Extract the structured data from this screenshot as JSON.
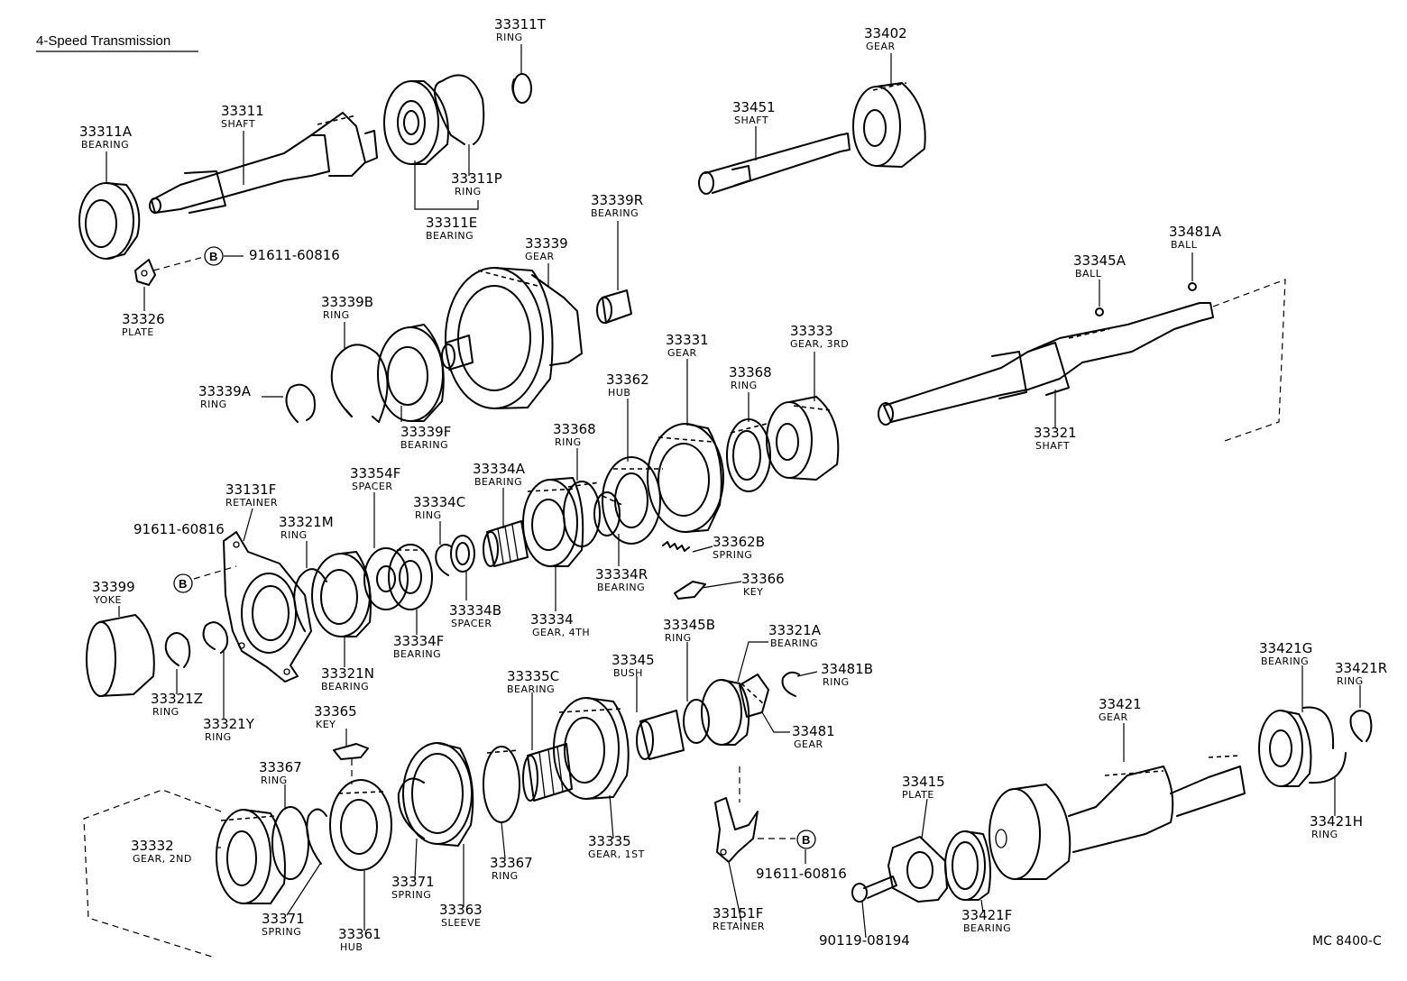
{
  "title": "4-Speed Transmission",
  "footer_code": "MC 8400-C",
  "symbol_b": "B",
  "parts": [
    {
      "id": "p0",
      "number": "33311T",
      "name": "RING"
    },
    {
      "id": "p1",
      "number": "33402",
      "name": "GEAR"
    },
    {
      "id": "p2",
      "number": "33311",
      "name": "SHAFT"
    },
    {
      "id": "p3",
      "number": "33311A",
      "name": "BEARING"
    },
    {
      "id": "p4",
      "number": "33451",
      "name": "SHAFT"
    },
    {
      "id": "p5",
      "number": "33311P",
      "name": "RING"
    },
    {
      "id": "p6",
      "number": "33311E",
      "name": "BEARING"
    },
    {
      "id": "p7",
      "number": "33339R",
      "name": "BEARING"
    },
    {
      "id": "p8",
      "number": "91611-60816",
      "name": ""
    },
    {
      "id": "p9",
      "number": "33339",
      "name": "GEAR"
    },
    {
      "id": "p10",
      "number": "33481A",
      "name": "BALL"
    },
    {
      "id": "p11",
      "number": "33345A",
      "name": "BALL"
    },
    {
      "id": "p12",
      "number": "33326",
      "name": "PLATE"
    },
    {
      "id": "p13",
      "number": "33339B",
      "name": "RING"
    },
    {
      "id": "p14",
      "number": "33333",
      "name": "GEAR, 3RD"
    },
    {
      "id": "p15",
      "number": "33331",
      "name": "GEAR"
    },
    {
      "id": "p16",
      "number": "33362",
      "name": "HUB"
    },
    {
      "id": "p17",
      "number": "33368",
      "name": "RING"
    },
    {
      "id": "p18",
      "number": "33339A",
      "name": "RING"
    },
    {
      "id": "p19",
      "number": "33339F",
      "name": "BEARING"
    },
    {
      "id": "p20",
      "number": "33321",
      "name": "SHAFT"
    },
    {
      "id": "p21",
      "number": "33368",
      "name": "RING"
    },
    {
      "id": "p22",
      "number": "33334A",
      "name": "BEARING"
    },
    {
      "id": "p23",
      "number": "33354F",
      "name": "SPACER"
    },
    {
      "id": "p24",
      "number": "33131F",
      "name": "RETAINER"
    },
    {
      "id": "p25",
      "number": "33334C",
      "name": "RING"
    },
    {
      "id": "p26",
      "number": "33321M",
      "name": "RING"
    },
    {
      "id": "p27",
      "number": "91611-60816",
      "name": ""
    },
    {
      "id": "p28",
      "number": "33362B",
      "name": "SPRING"
    },
    {
      "id": "p29",
      "number": "33334R",
      "name": "BEARING"
    },
    {
      "id": "p30",
      "number": "33366",
      "name": "KEY"
    },
    {
      "id": "p31",
      "number": "33399",
      "name": "YOKE"
    },
    {
      "id": "p32",
      "number": "33334B",
      "name": "SPACER"
    },
    {
      "id": "p33",
      "number": "33334",
      "name": "GEAR, 4TH"
    },
    {
      "id": "p34",
      "number": "33334F",
      "name": "BEARING"
    },
    {
      "id": "p35",
      "number": "33345B",
      "name": "RING"
    },
    {
      "id": "p36",
      "number": "33321A",
      "name": "BEARING"
    },
    {
      "id": "p37",
      "number": "33345",
      "name": "BUSH"
    },
    {
      "id": "p38",
      "number": "33321N",
      "name": "BEARING"
    },
    {
      "id": "p39",
      "number": "33421G",
      "name": "BEARING"
    },
    {
      "id": "p40",
      "number": "33481B",
      "name": "RING"
    },
    {
      "id": "p41",
      "number": "33421R",
      "name": "RING"
    },
    {
      "id": "p42",
      "number": "33335C",
      "name": "BEARING"
    },
    {
      "id": "p43",
      "number": "33321Z",
      "name": "RING"
    },
    {
      "id": "p44",
      "number": "33321Y",
      "name": "RING"
    },
    {
      "id": "p45",
      "number": "33481",
      "name": "GEAR"
    },
    {
      "id": "p46",
      "number": "33421",
      "name": "GEAR"
    },
    {
      "id": "p47",
      "number": "33365",
      "name": "KEY"
    },
    {
      "id": "p48",
      "number": "33367",
      "name": "RING"
    },
    {
      "id": "p49",
      "number": "33415",
      "name": "PLATE"
    },
    {
      "id": "p50",
      "number": "33421H",
      "name": "RING"
    },
    {
      "id": "p51",
      "number": "33332",
      "name": "GEAR, 2ND"
    },
    {
      "id": "p52",
      "number": "91611-60816",
      "name": ""
    },
    {
      "id": "p53",
      "number": "33335",
      "name": "GEAR, 1ST"
    },
    {
      "id": "p54",
      "number": "33367",
      "name": "RING"
    },
    {
      "id": "p55",
      "number": "33371",
      "name": "SPRING"
    },
    {
      "id": "p56",
      "number": "33363",
      "name": "SLEEVE"
    },
    {
      "id": "p57",
      "number": "33421F",
      "name": "BEARING"
    },
    {
      "id": "p58",
      "number": "33371",
      "name": "SPRING"
    },
    {
      "id": "p59",
      "number": "33151F",
      "name": "RETAINER"
    },
    {
      "id": "p60",
      "number": "33361",
      "name": "HUB"
    },
    {
      "id": "p61",
      "number": "90119-08194",
      "name": ""
    }
  ]
}
